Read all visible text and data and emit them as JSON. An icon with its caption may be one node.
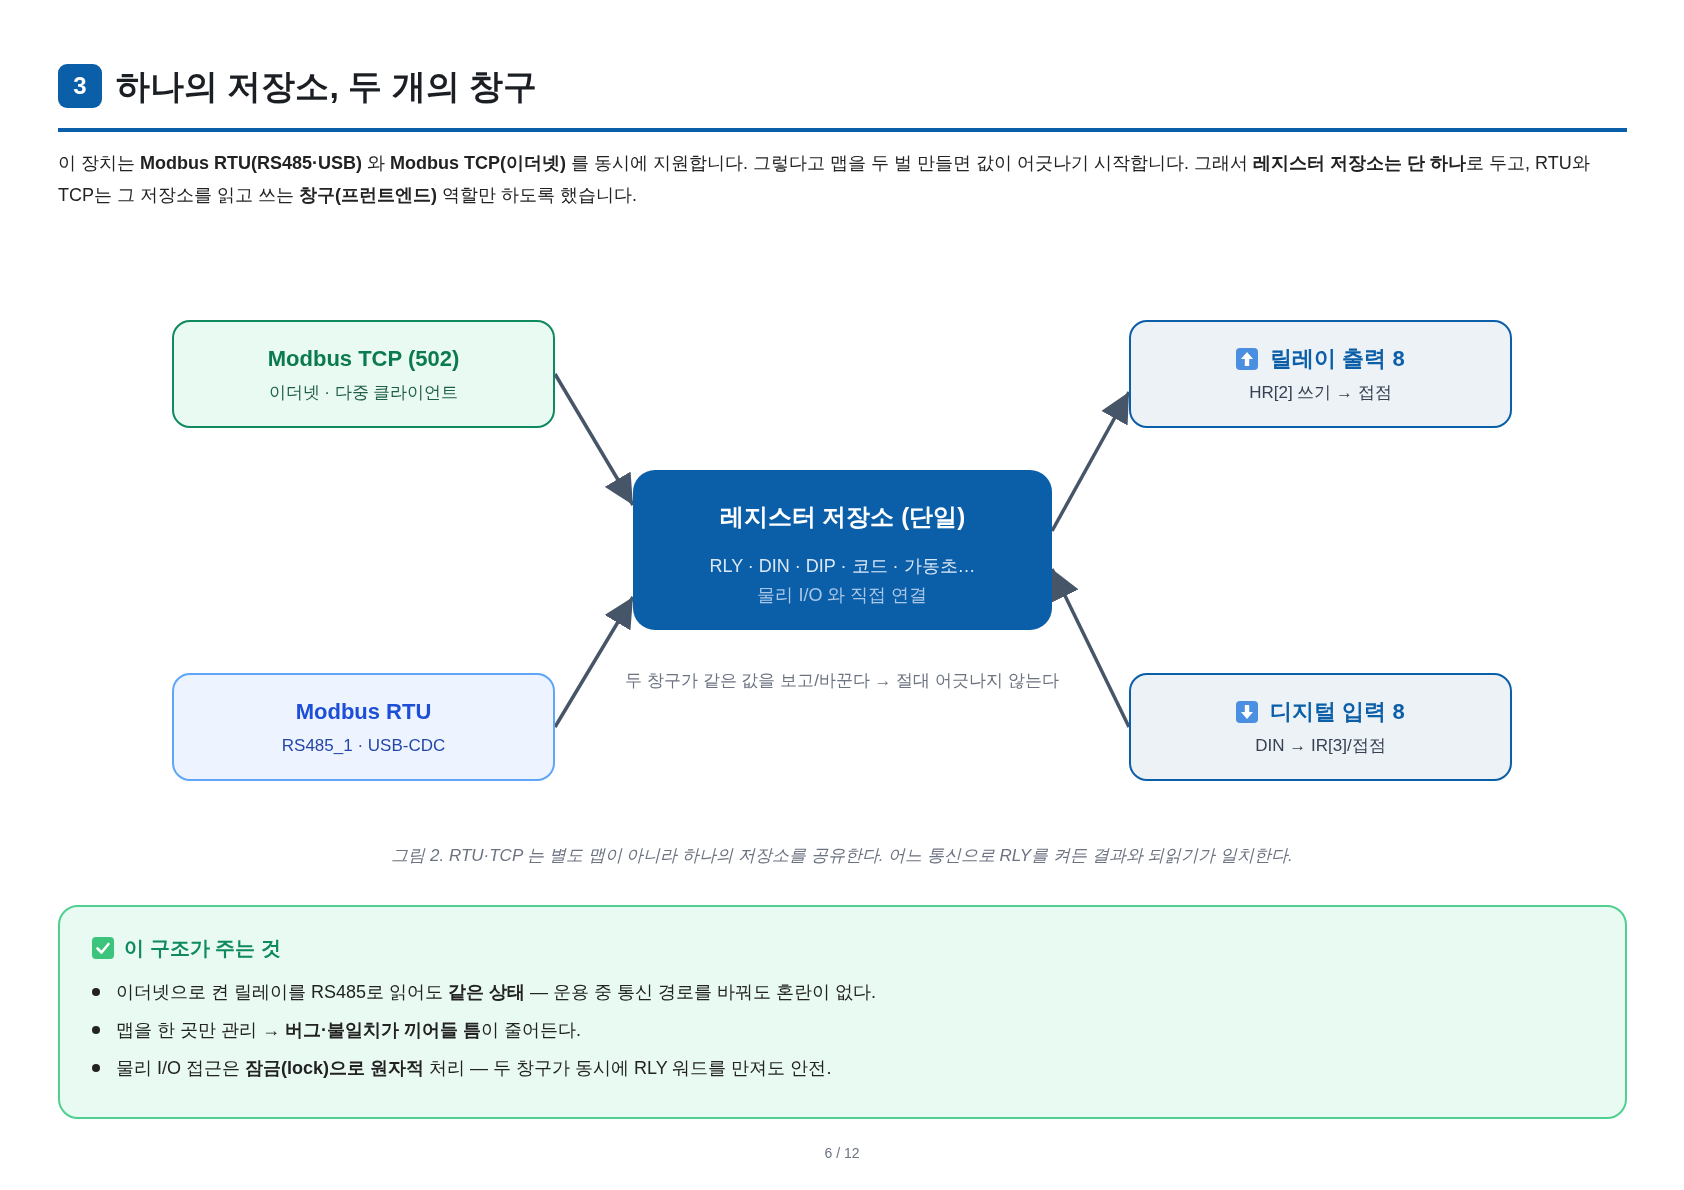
{
  "diagram": {
    "title": "하나의 저장소, 두 개의 창구",
    "caption": "그림 2. RTU·TCP 는 별도 맵이 아니라 하나의 저장소를 공유한다. 어느 통신으로 RLY를 켜든 결과와 되읽기가 일치한다.",
    "nodes": [
      {
        "text": [
          "3"
        ]
      },
      {
        "text": [
          "Modbus TCP (502)",
          "이더넷 · 다중 클라이언트"
        ]
      },
      {
        "text": [
          "릴레이 출력 8",
          "HR[2] 쓰기 → 접점"
        ]
      },
      {
        "text": [
          "레지스터 저장소 (단일)",
          "RLY · DIN · DIP · 코드 · 가동초…",
          "물리 I/O 와 직접 연결"
        ]
      },
      {
        "text": [
          "Modbus RTU",
          "RS485_1 · USB-CDC"
        ]
      },
      {
        "text": [
          "디지털 입력 8",
          "DIN → IR[3]/접점"
        ]
      },
      {
        "text": [
          "이 구조가 주는 것",
          "이더넷으로 켠 릴레이를 RS485로 읽어도 **같은 상태** — 운용 중 통신 경로를 바꿔도 혼란이 없다.",
          "맵을 한 곳만 관리 → **버그·불일치가 끼어들 틈**이 줄어든다.",
          "물리 I/O 접근은 **잠금(lock)으로 원자적** 처리 — 두 창구가 동시에 RLY 워드를 만져도 안전."
        ]
      }
    ],
    "edges": [
      {
        "from": 1,
        "to": 3,
        "arrow": "to"
      },
      {
        "from": 4,
        "to": 3,
        "arrow": "to"
      },
      {
        "from": 3,
        "to": 2,
        "arrow": "to"
      },
      {
        "from": 5,
        "to": 3,
        "arrow": "to"
      }
    ],
    "labels": [
      "이 장치는 **Modbus RTU(RS485·USB)** 와 **Modbus TCP(이더넷)** 를 동시에 지원합니다. 그렇다고 맵을 두 벌 만들면 값이 어긋나기 시작합니다. 그래서 **레지스터 저장소는 단 하나**로 두고, RTU와 TCP는 그 저장소를 읽고 쓰는 **창구(프런트엔드)** 역할만 하도록 했습니다.",
      "두 창구가 같은 값을 보고/바꾼다 → 절대 어긋나지 않는다",
      "6 / 12"
    ]
  }
}
